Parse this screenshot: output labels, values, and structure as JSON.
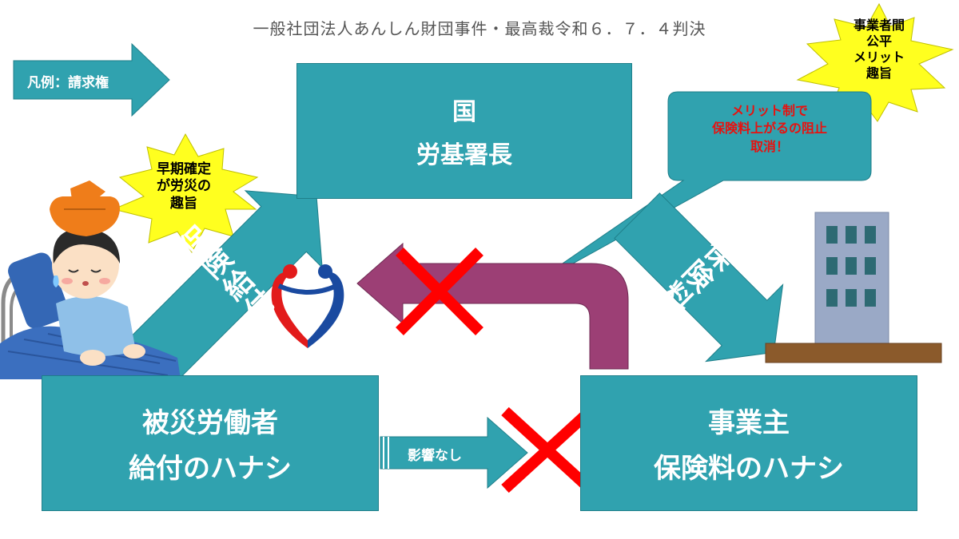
{
  "header": {
    "title": "一般社団法人あんしん財団事件・最高裁令和６．７．４判決"
  },
  "legend": {
    "label": "凡例：請求権"
  },
  "stars": {
    "top_right": {
      "lines": [
        "事業者間",
        "公平",
        "メリット",
        "趣旨"
      ]
    },
    "left": {
      "lines": [
        "早期確定",
        "が労災の",
        "趣旨"
      ]
    }
  },
  "callout": {
    "lines": [
      "メリット制で",
      "保険料上がるの阻止",
      "取消！"
    ]
  },
  "boxes": {
    "state": {
      "line1": "国",
      "line2": "労基署長"
    },
    "worker": {
      "line1": "被災労働者",
      "line2": "給付のハナシ"
    },
    "employer": {
      "line1": "事業主",
      "line2": "保険料のハナシ"
    }
  },
  "arrows": {
    "benefit": {
      "chars": [
        "保",
        "険",
        "給",
        "付"
      ]
    },
    "premium": {
      "chars": [
        "保",
        "険",
        "料"
      ]
    },
    "no_effect": {
      "label": "影響なし"
    }
  },
  "colors": {
    "teal": "#30a2af",
    "purple": "#9c3f75",
    "red_cross": "#ff0000",
    "star_yellow": "#ffff1f",
    "callout_red_text": "#e8110f"
  }
}
